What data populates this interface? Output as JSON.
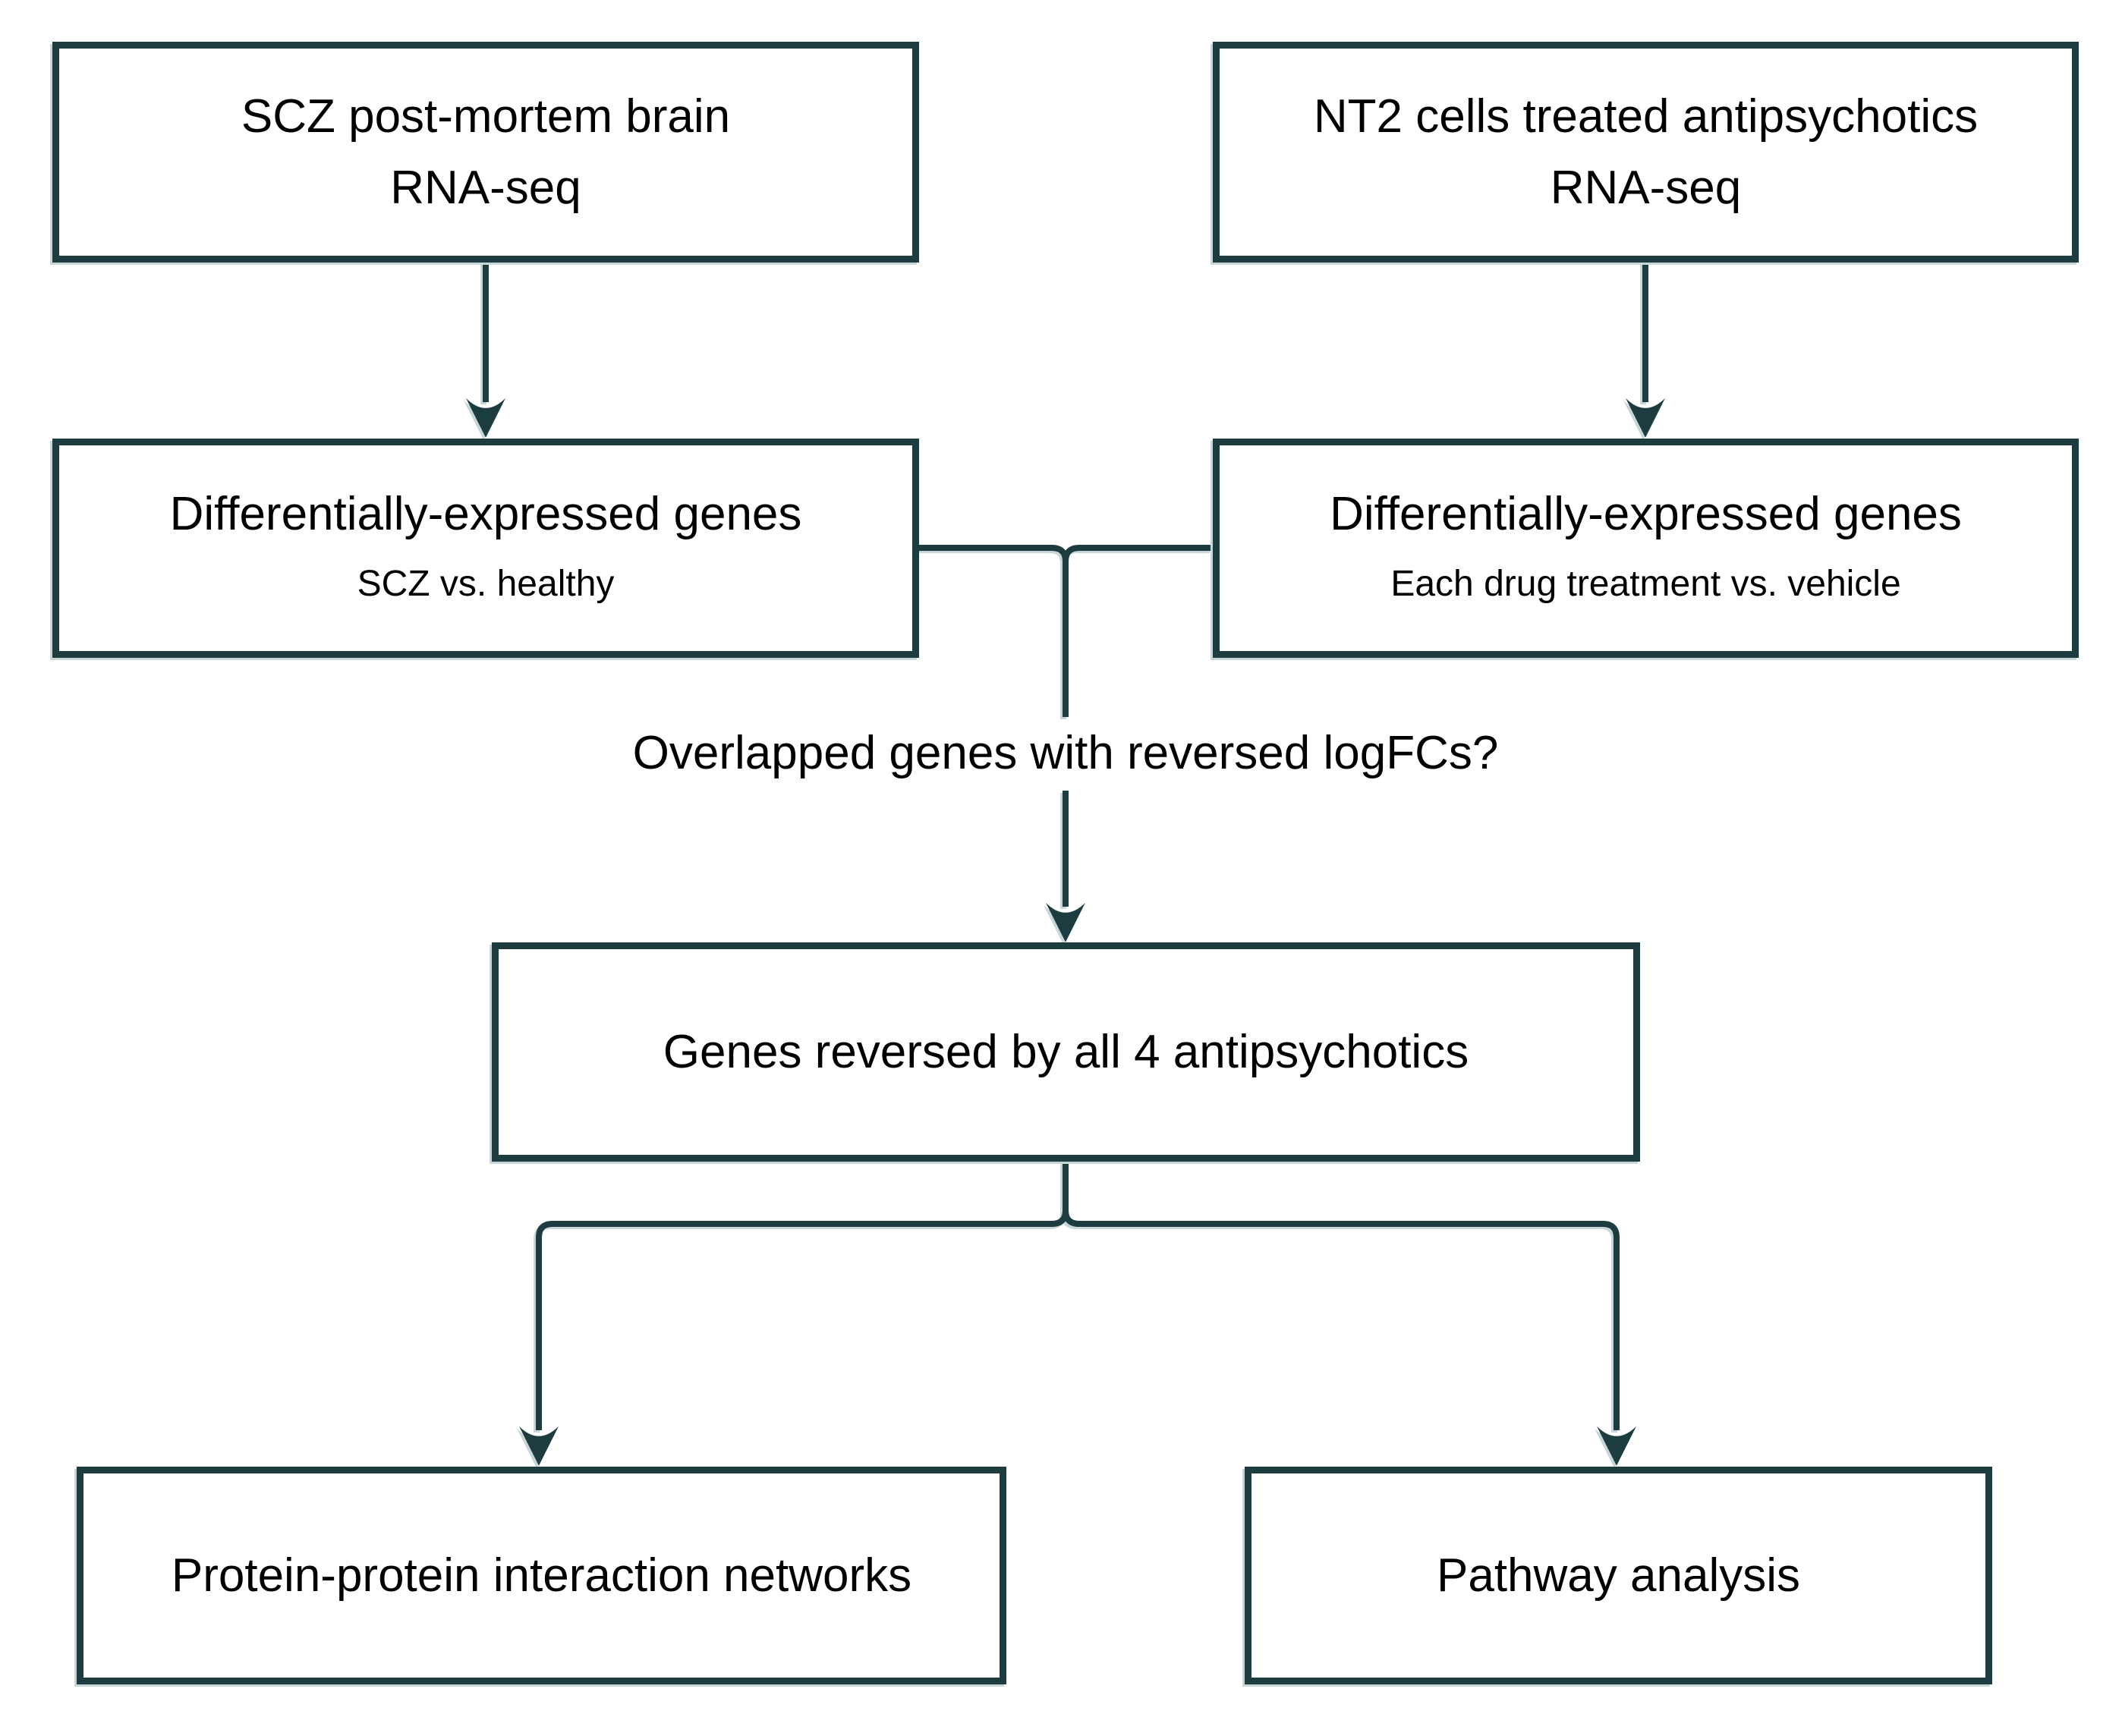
{
  "diagram": {
    "nodes": [
      {
        "id": "scz-brain",
        "line1": "SCZ post-mortem brain",
        "line2": "RNA-seq"
      },
      {
        "id": "nt2-cells",
        "line1": "NT2 cells treated antipsychotics",
        "line2": "RNA-seq"
      },
      {
        "id": "deg-scz",
        "line1": "Differentially-expressed genes",
        "line2": "SCZ vs. healthy"
      },
      {
        "id": "deg-drug",
        "line1": "Differentially-expressed genes",
        "line2": "Each drug treatment vs. vehicle"
      },
      {
        "id": "reversed",
        "line1": "Genes reversed by all 4 antipsychotics"
      },
      {
        "id": "ppi",
        "line1": "Protein-protein interaction networks"
      },
      {
        "id": "pathway",
        "line1": "Pathway analysis"
      }
    ],
    "labels": {
      "overlap_question": "Overlapped genes with reversed logFCs?"
    },
    "colors": {
      "stroke": "#1d3c3f",
      "shadow": "#c7d6d9",
      "text": "#000000",
      "background": "#ffffff"
    }
  }
}
